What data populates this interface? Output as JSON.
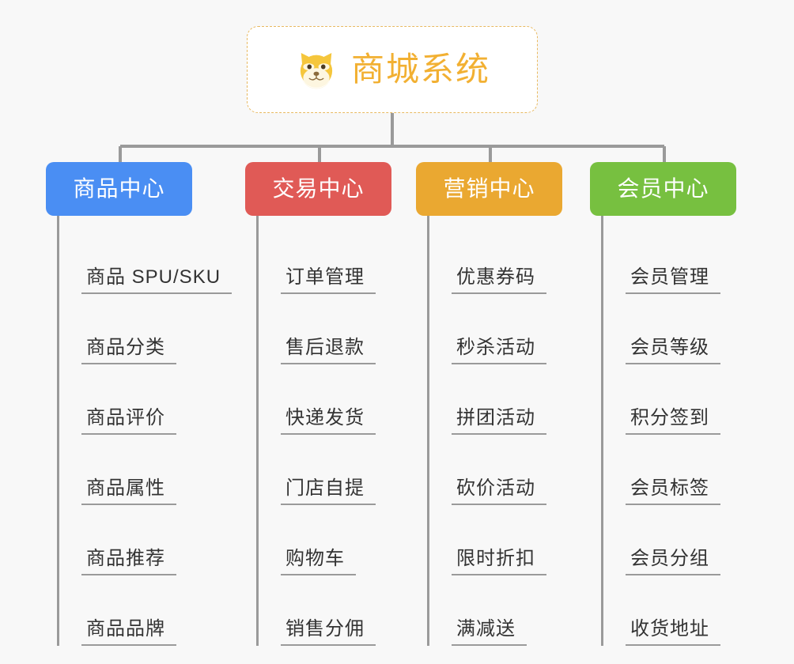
{
  "page": {
    "background_color": "#f8f8f8",
    "diagram_type": "organization-tree"
  },
  "root": {
    "title": "商城系统",
    "icon": "shiba-dog-emoji",
    "text_color": "#f2b032",
    "border_color": "#e8b960",
    "background_color": "#ffffff"
  },
  "connector": {
    "color": "#9a9a9a"
  },
  "columns": [
    {
      "title": "商品中心",
      "color": "#4a8ef3",
      "items": [
        {
          "label": "商品 SPU/SKU"
        },
        {
          "label": "商品分类"
        },
        {
          "label": "商品评价"
        },
        {
          "label": "商品属性"
        },
        {
          "label": "商品推荐"
        },
        {
          "label": "商品品牌"
        }
      ]
    },
    {
      "title": "交易中心",
      "color": "#e05a56",
      "items": [
        {
          "label": "订单管理"
        },
        {
          "label": "售后退款"
        },
        {
          "label": "快递发货"
        },
        {
          "label": "门店自提"
        },
        {
          "label": "购物车"
        },
        {
          "label": "销售分佣"
        }
      ]
    },
    {
      "title": "营销中心",
      "color": "#eaa831",
      "items": [
        {
          "label": "优惠券码"
        },
        {
          "label": "秒杀活动"
        },
        {
          "label": "拼团活动"
        },
        {
          "label": "砍价活动"
        },
        {
          "label": "限时折扣"
        },
        {
          "label": "满减送"
        }
      ]
    },
    {
      "title": "会员中心",
      "color": "#77c040",
      "items": [
        {
          "label": "会员管理"
        },
        {
          "label": "会员等级"
        },
        {
          "label": "积分签到"
        },
        {
          "label": "会员标签"
        },
        {
          "label": "会员分组"
        },
        {
          "label": "收货地址"
        }
      ]
    }
  ]
}
